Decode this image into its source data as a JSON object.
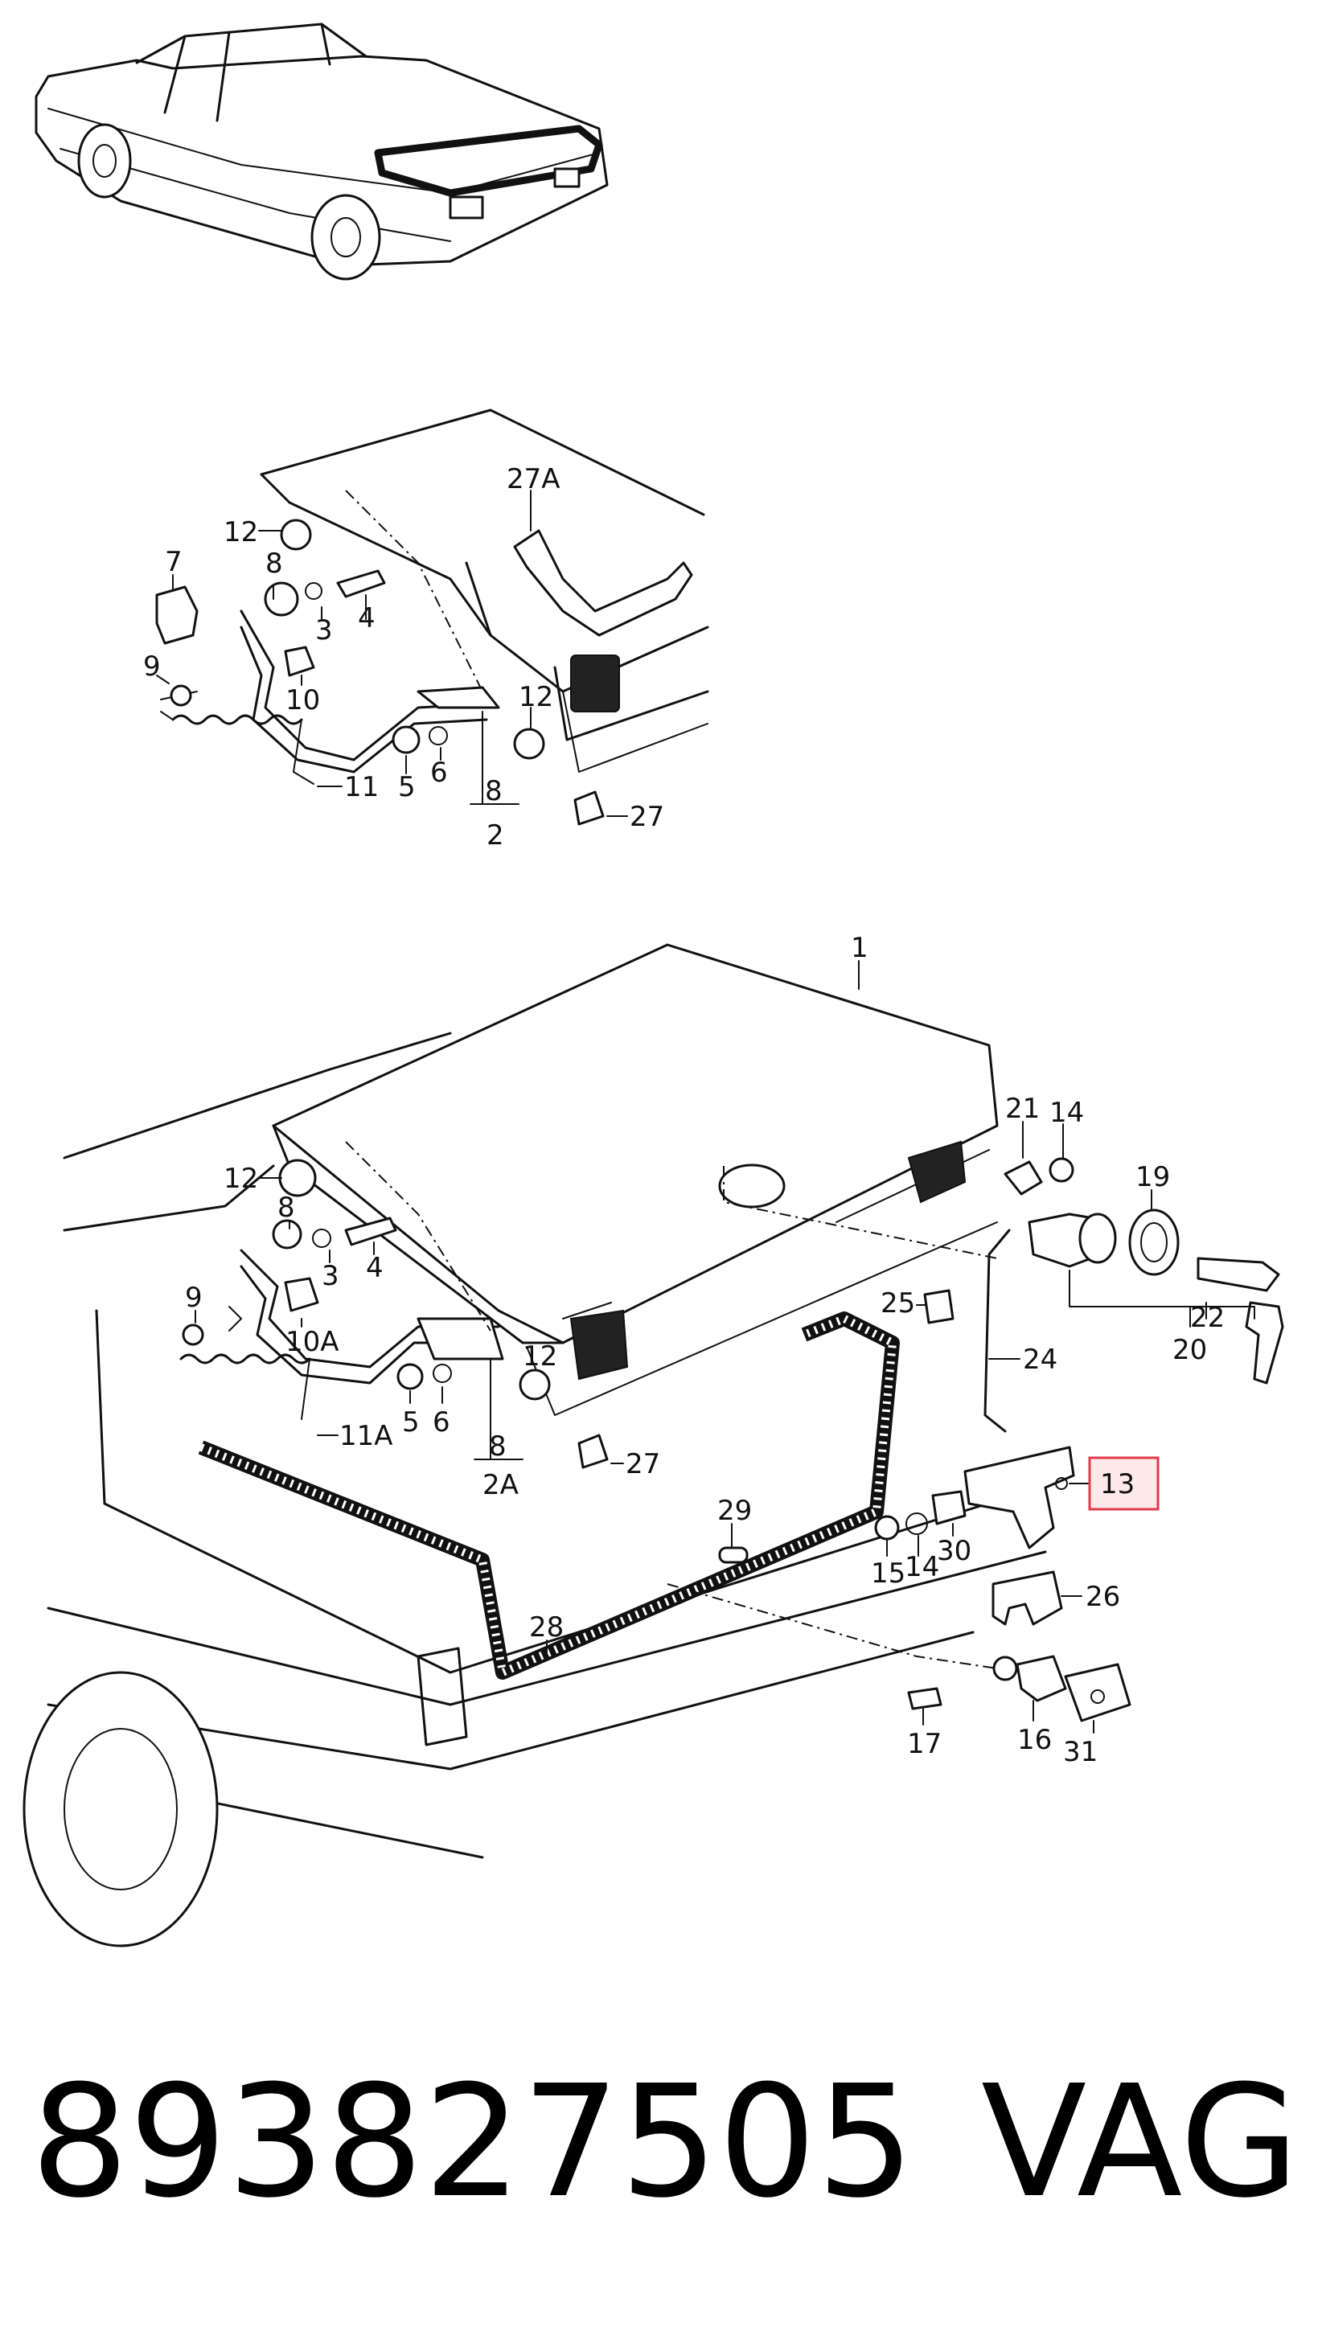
{
  "footer": {
    "part_number": "893827505",
    "brand": "VAG"
  },
  "highlight_color": "#e23a4a",
  "callouts_top": [
    {
      "id": "t27A",
      "text": "27A"
    },
    {
      "id": "t12a",
      "text": "12"
    },
    {
      "id": "t7",
      "text": "7"
    },
    {
      "id": "t8a",
      "text": "8"
    },
    {
      "id": "t3",
      "text": "3"
    },
    {
      "id": "t4",
      "text": "4"
    },
    {
      "id": "t9",
      "text": "9"
    },
    {
      "id": "t10",
      "text": "10"
    },
    {
      "id": "t12b",
      "text": "12"
    },
    {
      "id": "t11",
      "text": "11"
    },
    {
      "id": "t5",
      "text": "5"
    },
    {
      "id": "t6",
      "text": "6"
    },
    {
      "id": "t8b",
      "text": "8"
    },
    {
      "id": "t27",
      "text": "27"
    },
    {
      "id": "t2",
      "text": "2"
    }
  ],
  "callouts_main": [
    {
      "id": "m1",
      "text": "1"
    },
    {
      "id": "m12",
      "text": "12"
    },
    {
      "id": "m8",
      "text": "8"
    },
    {
      "id": "m3",
      "text": "3"
    },
    {
      "id": "m4",
      "text": "4"
    },
    {
      "id": "m9",
      "text": "9"
    },
    {
      "id": "m10A",
      "text": "10A"
    },
    {
      "id": "m11A",
      "text": "11A"
    },
    {
      "id": "m5",
      "text": "5"
    },
    {
      "id": "m6",
      "text": "6"
    },
    {
      "id": "m12b",
      "text": "12"
    },
    {
      "id": "m8b",
      "text": "8"
    },
    {
      "id": "m2A",
      "text": "2A"
    },
    {
      "id": "m27",
      "text": "27"
    },
    {
      "id": "m21",
      "text": "21"
    },
    {
      "id": "m14",
      "text": "14"
    },
    {
      "id": "m19",
      "text": "19"
    },
    {
      "id": "m22",
      "text": "22"
    },
    {
      "id": "m20",
      "text": "20"
    },
    {
      "id": "m25",
      "text": "25"
    },
    {
      "id": "m24",
      "text": "24"
    },
    {
      "id": "m13",
      "text": "13"
    },
    {
      "id": "m29",
      "text": "29"
    },
    {
      "id": "m15",
      "text": "15"
    },
    {
      "id": "m14b",
      "text": "14"
    },
    {
      "id": "m30",
      "text": "30"
    },
    {
      "id": "m26",
      "text": "26"
    },
    {
      "id": "m28",
      "text": "28"
    },
    {
      "id": "m17",
      "text": "17"
    },
    {
      "id": "m16",
      "text": "16"
    },
    {
      "id": "m31",
      "text": "31"
    }
  ]
}
